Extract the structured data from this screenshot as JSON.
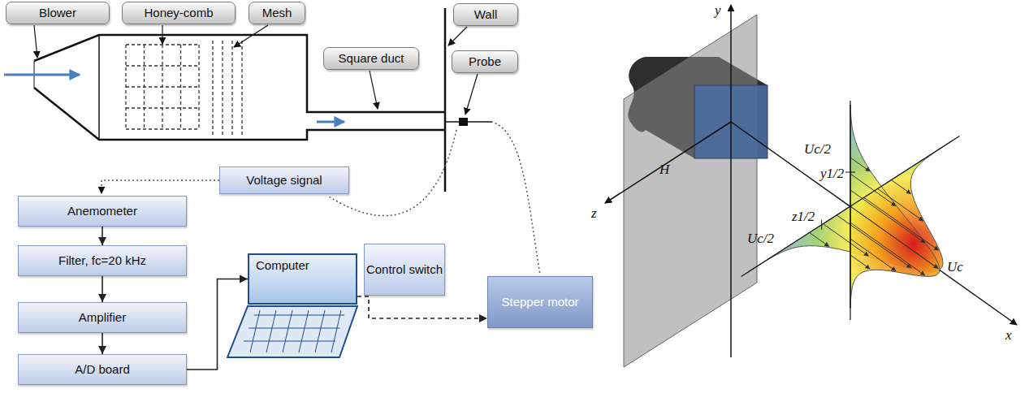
{
  "diagram": {
    "nodes": [
      {
        "text": [
          "Blower"
        ]
      },
      {
        "text": [
          "Honey-comb"
        ]
      },
      {
        "text": [
          "Mesh"
        ]
      },
      {
        "text": [
          "Wall"
        ]
      },
      {
        "text": [
          "Square duct"
        ]
      },
      {
        "text": [
          "Probe"
        ]
      },
      {
        "text": [
          "Voltage signal"
        ]
      },
      {
        "text": [
          "Anemometer"
        ]
      },
      {
        "text": [
          "Filter, fc=20 kHz"
        ]
      },
      {
        "text": [
          "Amplifier"
        ]
      },
      {
        "text": [
          "A/D board"
        ]
      },
      {
        "text": [
          "Computer"
        ]
      },
      {
        "text": [
          "Control switch"
        ]
      },
      {
        "text": [
          "Stepper motor"
        ]
      }
    ],
    "edges": [
      {
        "from": 7,
        "to": 8,
        "arrow": "to"
      },
      {
        "from": 8,
        "to": 9,
        "arrow": "to"
      },
      {
        "from": 9,
        "to": 10,
        "arrow": "to"
      },
      {
        "from": 10,
        "to": 11,
        "arrow": "to"
      },
      {
        "from": 11,
        "to": 13,
        "arrow": "to"
      }
    ],
    "labels": [
      "y",
      "z",
      "x",
      "H",
      "Uc/2",
      "y1/2",
      "z1/2",
      "Uc/2",
      "Uc"
    ]
  }
}
